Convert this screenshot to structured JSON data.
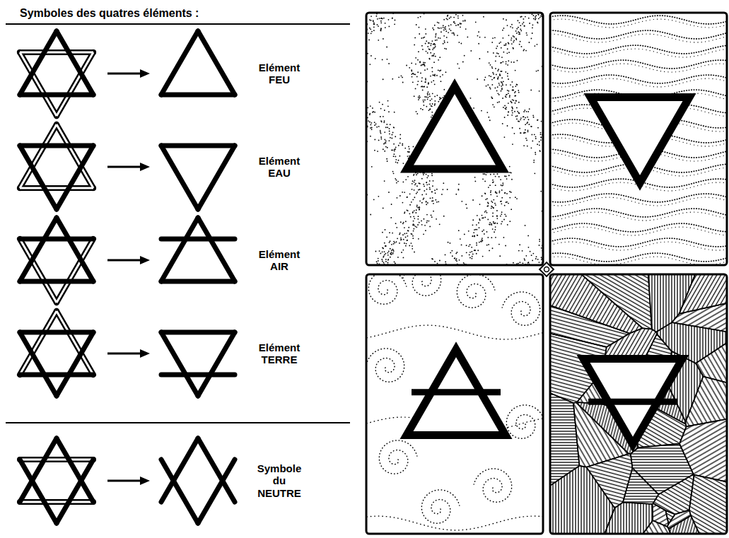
{
  "diagram": {
    "title": "Symboles des quatres éléments :",
    "labels": [
      "Elément FEU",
      "Elément EAU",
      "Elément AIR",
      "Elément TERRE",
      "Symbole du NEUTRE"
    ]
  }
}
